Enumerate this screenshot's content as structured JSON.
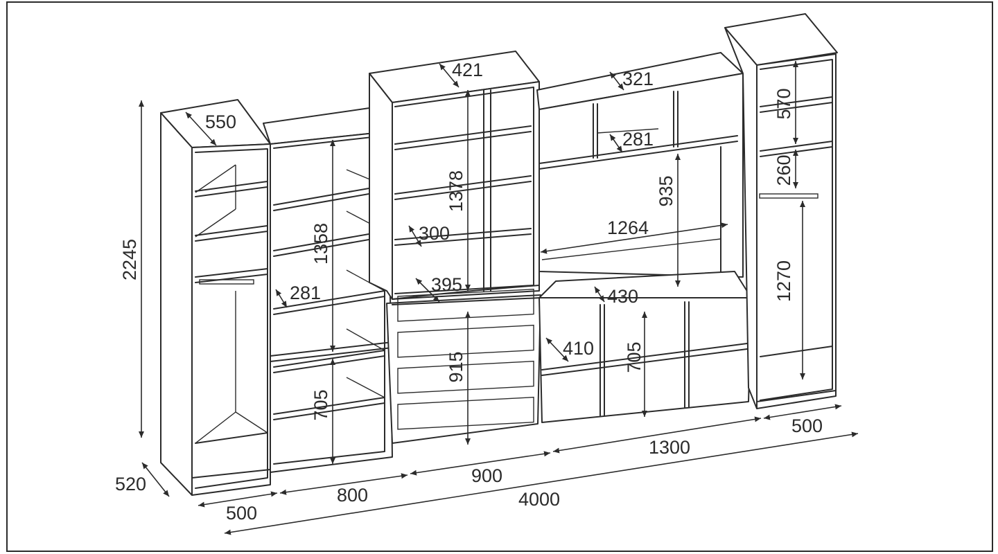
{
  "dimensions": {
    "height_total": "2245",
    "depth_total": "520",
    "w_left": "500",
    "w_shelf": "800",
    "w_center": "900",
    "w_tv": "1300",
    "w_right": "500",
    "w_total": "4000",
    "d_left_top": "550",
    "d_center_top": "421",
    "d_tv_top": "321",
    "d_right_box": "570",
    "d_right_box2": "260",
    "d_right_hang": "1270",
    "d_shelf_tall": "1358",
    "d_shelf_low": "705",
    "d_shelf_depth": "281",
    "d_center_glass": "1378",
    "d_center_shelf": "300",
    "d_center_shelf2": "395",
    "d_center_drawers": "915",
    "d_tv_niche_h": "935",
    "d_tv_niche_w": "1264",
    "d_tv_box_depth": "281",
    "d_tv_base_top": "430",
    "d_tv_base_shelf": "410",
    "d_tv_base_h": "705"
  }
}
